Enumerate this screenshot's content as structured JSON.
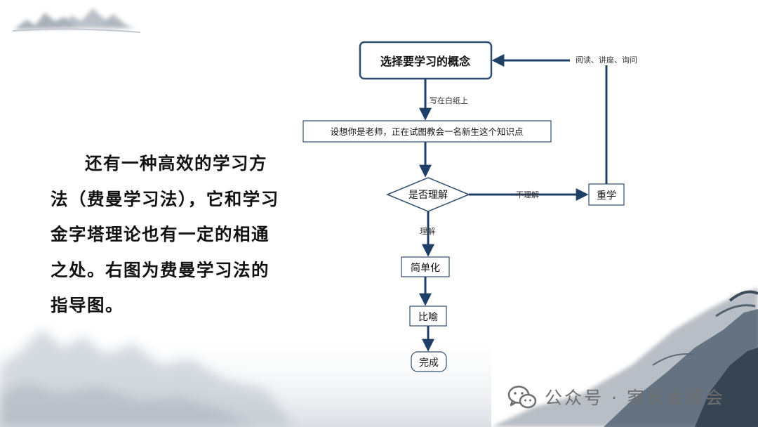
{
  "body_text": "还有一种高效的学习方法（费曼学习法），它和学习金字塔理论也有一定的相通之处。右图为费曼学习法的指导图。",
  "flowchart": {
    "nodes": {
      "choose": "选择要学习的概念",
      "teacher": "设想你是老师，正在试图教会一名新生这个知识点",
      "understand": "是否理解",
      "relearn": "重学",
      "simplify": "简单化",
      "analogy": "比喻",
      "done": "完成"
    },
    "edge_labels": {
      "write": "写在白纸上",
      "not_understood": "不理解",
      "understood": "理解",
      "feedback": "阅读、讲座、询问"
    }
  },
  "watermark": {
    "text": "公众号 · 家长会班会",
    "icon": "wechat-icon"
  },
  "colors": {
    "flow_stroke": "#2f4e6e",
    "arrow": "#1f3f66",
    "text": "#111111",
    "ink": "#6b7785"
  }
}
